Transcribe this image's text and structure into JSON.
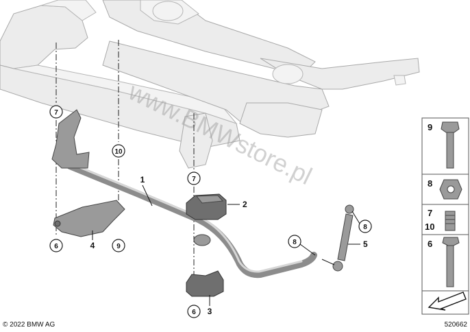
{
  "callouts": {
    "c7a": "7",
    "c7b": "7",
    "c10": "10",
    "c6a": "6",
    "c6b": "6",
    "c9": "9",
    "c8a": "8",
    "c8b": "8"
  },
  "labels": {
    "l1": "1",
    "l2": "2",
    "l3": "3",
    "l4": "4",
    "l5": "5"
  },
  "side_panel": {
    "p9": "9",
    "p8": "8",
    "p7": "7",
    "p10": "10",
    "p6": "6"
  },
  "watermark": "www.BMWstore.pl",
  "copyright": "© 2022 BMW AG",
  "diagram_number": "520662",
  "colors": {
    "frame_fill": "#ececec",
    "part_fill": "#9a9a9a",
    "line": "#111111"
  }
}
